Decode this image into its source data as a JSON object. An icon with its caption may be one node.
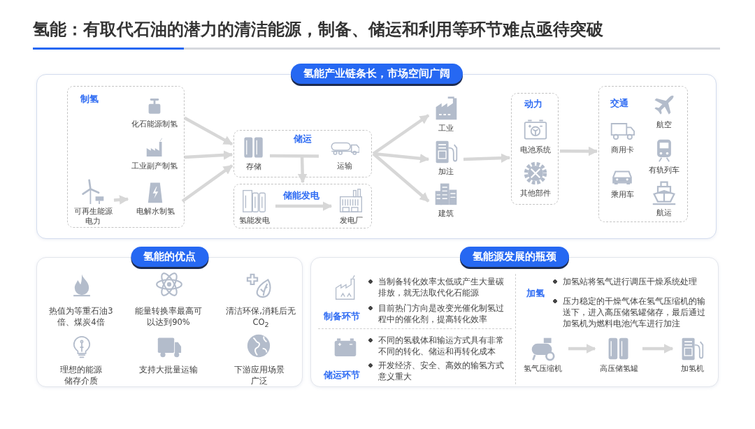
{
  "diagram": {
    "title": "氢能：有取代石油的潜力的清洁能源，制备、储运和利用等环节难点亟待突破",
    "nodes": [
      {
        "text": [
          "氢能产业链条长，市场空间广阔"
        ]
      },
      {
        "text": [
          "制氢"
        ],
        "in": 0
      },
      {
        "text": [
          "化石能源制氢"
        ],
        "in": 1
      },
      {
        "text": [
          "工业副产制氢"
        ],
        "in": 1
      },
      {
        "text": [
          "可再生能源电力"
        ],
        "in": 1
      },
      {
        "text": [
          "电解水制氢"
        ],
        "in": 1
      },
      {
        "text": [
          "储运"
        ],
        "in": 0
      },
      {
        "text": [
          "存储"
        ],
        "in": 6
      },
      {
        "text": [
          "运输"
        ],
        "in": 6
      },
      {
        "text": [
          "储能发电"
        ],
        "in": 0
      },
      {
        "text": [
          "氢能发电"
        ],
        "in": 9
      },
      {
        "text": [
          "发电厂"
        ],
        "in": 9
      },
      {
        "text": [
          "工业"
        ],
        "in": 0
      },
      {
        "text": [
          "加注"
        ],
        "in": 0
      },
      {
        "text": [
          "建筑"
        ],
        "in": 0
      },
      {
        "text": [
          "动力"
        ],
        "in": 0
      },
      {
        "text": [
          "电池系统"
        ],
        "in": 15
      },
      {
        "text": [
          "其他部件"
        ],
        "in": 15
      },
      {
        "text": [
          "交通"
        ],
        "in": 0
      },
      {
        "text": [
          "商用卡"
        ],
        "in": 18
      },
      {
        "text": [
          "航空"
        ],
        "in": 18
      },
      {
        "text": [
          "乘用车"
        ],
        "in": 18
      },
      {
        "text": [
          "有轨列车"
        ],
        "in": 18
      },
      {
        "text": [
          "航运"
        ],
        "in": 18
      },
      {
        "text": [
          "氢能的优点"
        ]
      },
      {
        "text": [
          "氢能源发展的瓶颈"
        ]
      },
      {
        "text": [
          "氢气压缩机"
        ],
        "in": 25
      },
      {
        "text": [
          "高压储氢罐"
        ],
        "in": 25
      },
      {
        "text": [
          "加氢机"
        ],
        "in": 25
      }
    ],
    "edges": [
      {
        "from": 4,
        "to": 5,
        "arrow": "to"
      },
      {
        "from": 2,
        "to": 6,
        "arrow": "to"
      },
      {
        "from": 3,
        "to": 6,
        "arrow": "to"
      },
      {
        "from": 5,
        "to": 6,
        "arrow": "to"
      },
      {
        "from": 7,
        "to": 8,
        "arrow": "none"
      },
      {
        "from": null,
        "to": 9,
        "arrow": "to"
      },
      {
        "from": 10,
        "to": 11,
        "arrow": "to"
      },
      {
        "from": 6,
        "to": 12,
        "arrow": "to"
      },
      {
        "from": 6,
        "to": 13,
        "arrow": "to"
      },
      {
        "from": 6,
        "to": 14,
        "arrow": "to"
      },
      {
        "from": 13,
        "to": 15,
        "arrow": "to"
      },
      {
        "from": 15,
        "to": 18,
        "arrow": "to"
      },
      {
        "from": 26,
        "to": 27,
        "arrow": "to"
      },
      {
        "from": 27,
        "to": 28,
        "arrow": "to"
      }
    ],
    "labels": [
      "热值为等重石油3倍、煤炭4倍",
      "能量转换率最高可以达到90%",
      "清洁环保,消耗后无CO$_{2}$",
      "理想的能源储存介质",
      "支持大批量运输",
      "下游应用场景广泛",
      "当制备转化效率太低或产生大量碳排放，就无法取代化石能源",
      "目前热门方向是改变光催化制氢过程中的催化剂，提高转化效率",
      "制备环节",
      "不同的氢载体和输运方式具有非常不同的转化、储运和再转化成本",
      "开发经济、安全、高效的输氢方式意义重大",
      "储运环节",
      "加氢站将氢气进行调压干燥系统处理",
      "加氢",
      "压力稳定的干燥气体在氢气压缩机的输送下，进入高压储氢罐储存，最后通过加氢机为燃料电池汽车进行加注"
    ]
  }
}
